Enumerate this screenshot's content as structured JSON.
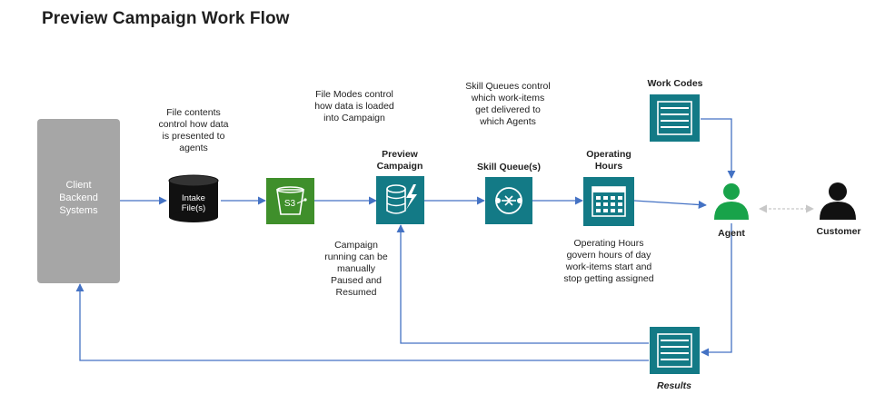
{
  "title": "Preview Campaign Work Flow",
  "nodes": {
    "client": "Client\nBackend\nSystems",
    "intake": "Intake\nFile(s)",
    "s3_icon": "S3 bucket icon",
    "preview_label": "Preview\nCampaign",
    "skill_label": "Skill Queue(s)",
    "hours_label": "Operating\nHours",
    "workcodes_label": "Work Codes",
    "agent_label": "Agent",
    "customer_label": "Customer",
    "results_label": "Results"
  },
  "notes": {
    "file_contents": "File contents\ncontrol how data\nis presented to\nagents",
    "file_modes": "File Modes control\nhow data is loaded\ninto Campaign",
    "skill_queues": "Skill Queues control\nwhich work-items\nget delivered to\nwhich Agents",
    "campaign_running": "Campaign\nrunning can be\nmanually\nPaused and\nResumed",
    "operating_hours": "Operating Hours\ngovern hours of day\nwork-items start and\nstop getting assigned"
  },
  "colors": {
    "teal": "#137a86",
    "green": "#3f8f2b",
    "arrow": "#4472c4",
    "agent": "#18a34a",
    "client_box": "#a6a6a6"
  },
  "icons": {
    "s3": "s3-bucket-icon",
    "preview": "database-lightning-icon",
    "skill": "queue-icon",
    "hours": "calendar-icon",
    "workcodes": "list-icon",
    "results": "list-icon",
    "agent": "person-icon",
    "customer": "person-icon"
  }
}
